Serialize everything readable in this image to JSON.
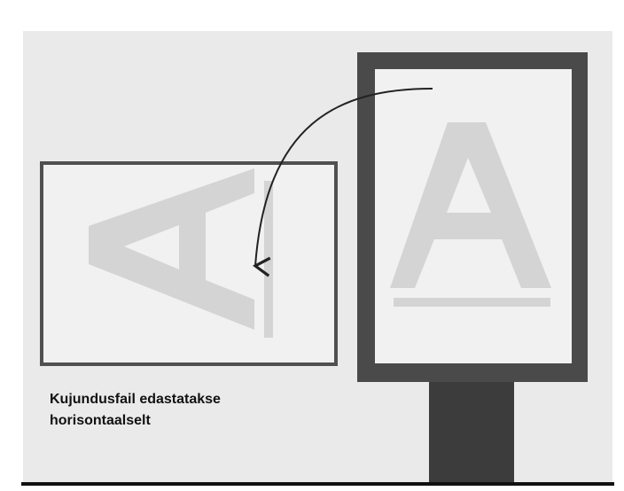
{
  "caption": {
    "line1": "Kujundusfail edastatakse",
    "line2": "horisontaalselt"
  },
  "poster_letter": "A",
  "icons": {
    "portrait_poster": "letter-a-glyph",
    "landscape_file": "rotated-letter-a-glyph",
    "arrow": "curved-arrow"
  },
  "colors": {
    "background": "#ffffff",
    "panel": "#eaeaea",
    "frame": "#4a4a4a",
    "pillar": "#3c3c3c",
    "letter": "#d4d4d4",
    "arrow": "#222222",
    "caption": "#111111"
  }
}
